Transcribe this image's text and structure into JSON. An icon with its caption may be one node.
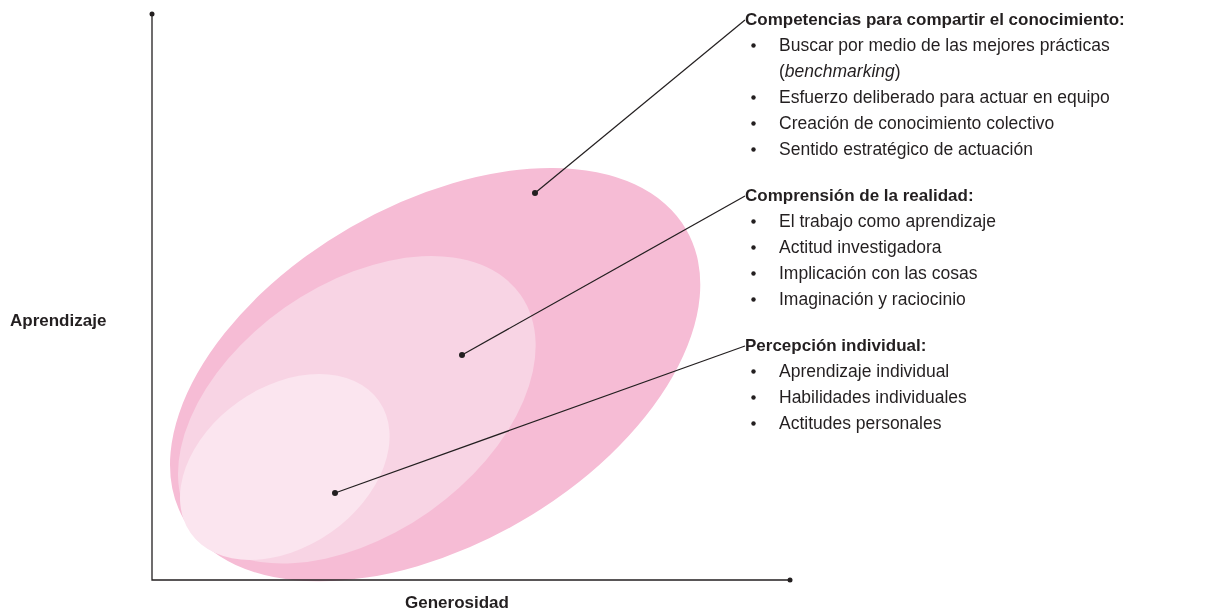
{
  "diagram": {
    "nodes": [
      {
        "text": [],
        "shape": "ellipse"
      },
      {
        "text": [],
        "shape": "ellipse",
        "in": 0
      },
      {
        "text": [],
        "shape": "ellipse",
        "in": 1
      },
      {
        "text": [
          "Competencias para compartir el conocimiento:",
          "Buscar por medio de las mejores prácticas (*benchmarking*)",
          "Esfuerzo deliberado para actuar en equipo",
          "Creación de conocimiento colectivo",
          "Sentido estratégico de actuación"
        ]
      },
      {
        "text": [
          "Comprensión de la realidad:",
          "El trabajo como aprendizaje",
          "Actitud investigadora",
          "Implicación con las cosas",
          "Imaginación y raciocinio"
        ]
      },
      {
        "text": [
          "Percepción individual:",
          "Aprendizaje individual",
          "Habilidades individuales",
          "Actitudes personales"
        ]
      }
    ],
    "edges": [
      {
        "from": 3,
        "to": 0,
        "arrow": "other"
      },
      {
        "from": 4,
        "to": 1,
        "arrow": "other"
      },
      {
        "from": 5,
        "to": 2,
        "arrow": "other"
      }
    ],
    "labels": [
      "Aprendizaje",
      "Generosidad"
    ]
  }
}
